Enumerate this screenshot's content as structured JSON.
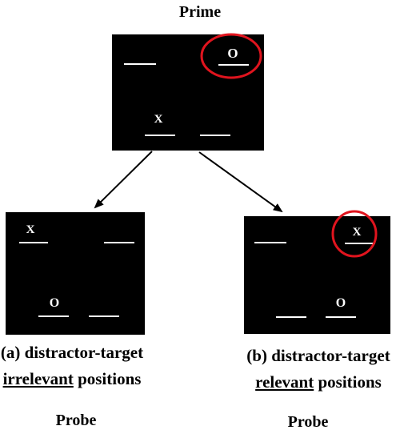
{
  "prime": {
    "title": "Prime",
    "target_letter": "O",
    "distractor_letter": "X"
  },
  "probe_a": {
    "distractor_letter": "X",
    "target_letter": "O",
    "caption_line1": "(a) distractor-target",
    "caption_underlined": "irrelevant",
    "caption_rest": " positions",
    "footer": "Probe"
  },
  "probe_b": {
    "distractor_letter": "X",
    "target_letter": "O",
    "caption_line1": "(b) distractor-target",
    "caption_underlined": "relevant",
    "caption_rest": " positions",
    "footer": "Probe"
  },
  "colors": {
    "screen": "#000000",
    "highlight_circle": "#e0141e",
    "arrow": "#000000"
  }
}
